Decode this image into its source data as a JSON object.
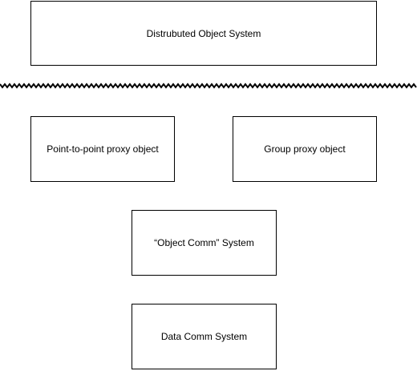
{
  "diagram": {
    "layers": [
      {
        "id": "distributed",
        "label": "Distrubuted Object System"
      },
      {
        "id": "p2p",
        "label": "Point-to-point proxy object"
      },
      {
        "id": "group",
        "label": "Group proxy object"
      },
      {
        "id": "objcomm",
        "label": "“Object Comm” System"
      },
      {
        "id": "datacomm",
        "label": "Data Comm System"
      }
    ],
    "separator_style": "zigzag"
  }
}
